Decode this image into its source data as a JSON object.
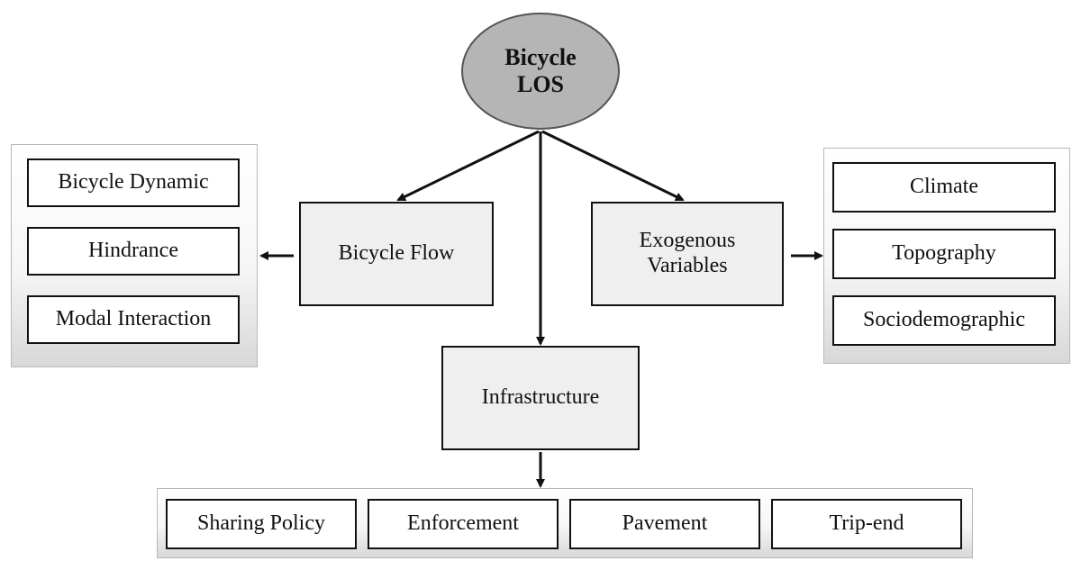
{
  "root": {
    "line1": "Bicycle",
    "line2": "LOS"
  },
  "nodes": {
    "bicycle_flow": "Bicycle Flow",
    "exogenous_line1": "Exogenous",
    "exogenous_line2": "Variables",
    "infrastructure": "Infrastructure"
  },
  "bicycle_flow_factors": [
    "Bicycle Dynamic",
    "Hindrance",
    "Modal Interaction"
  ],
  "exogenous_factors": [
    "Climate",
    "Topography",
    "Sociodemographic"
  ],
  "infrastructure_factors": [
    "Sharing Policy",
    "Enforcement",
    "Pavement",
    "Trip-end"
  ]
}
